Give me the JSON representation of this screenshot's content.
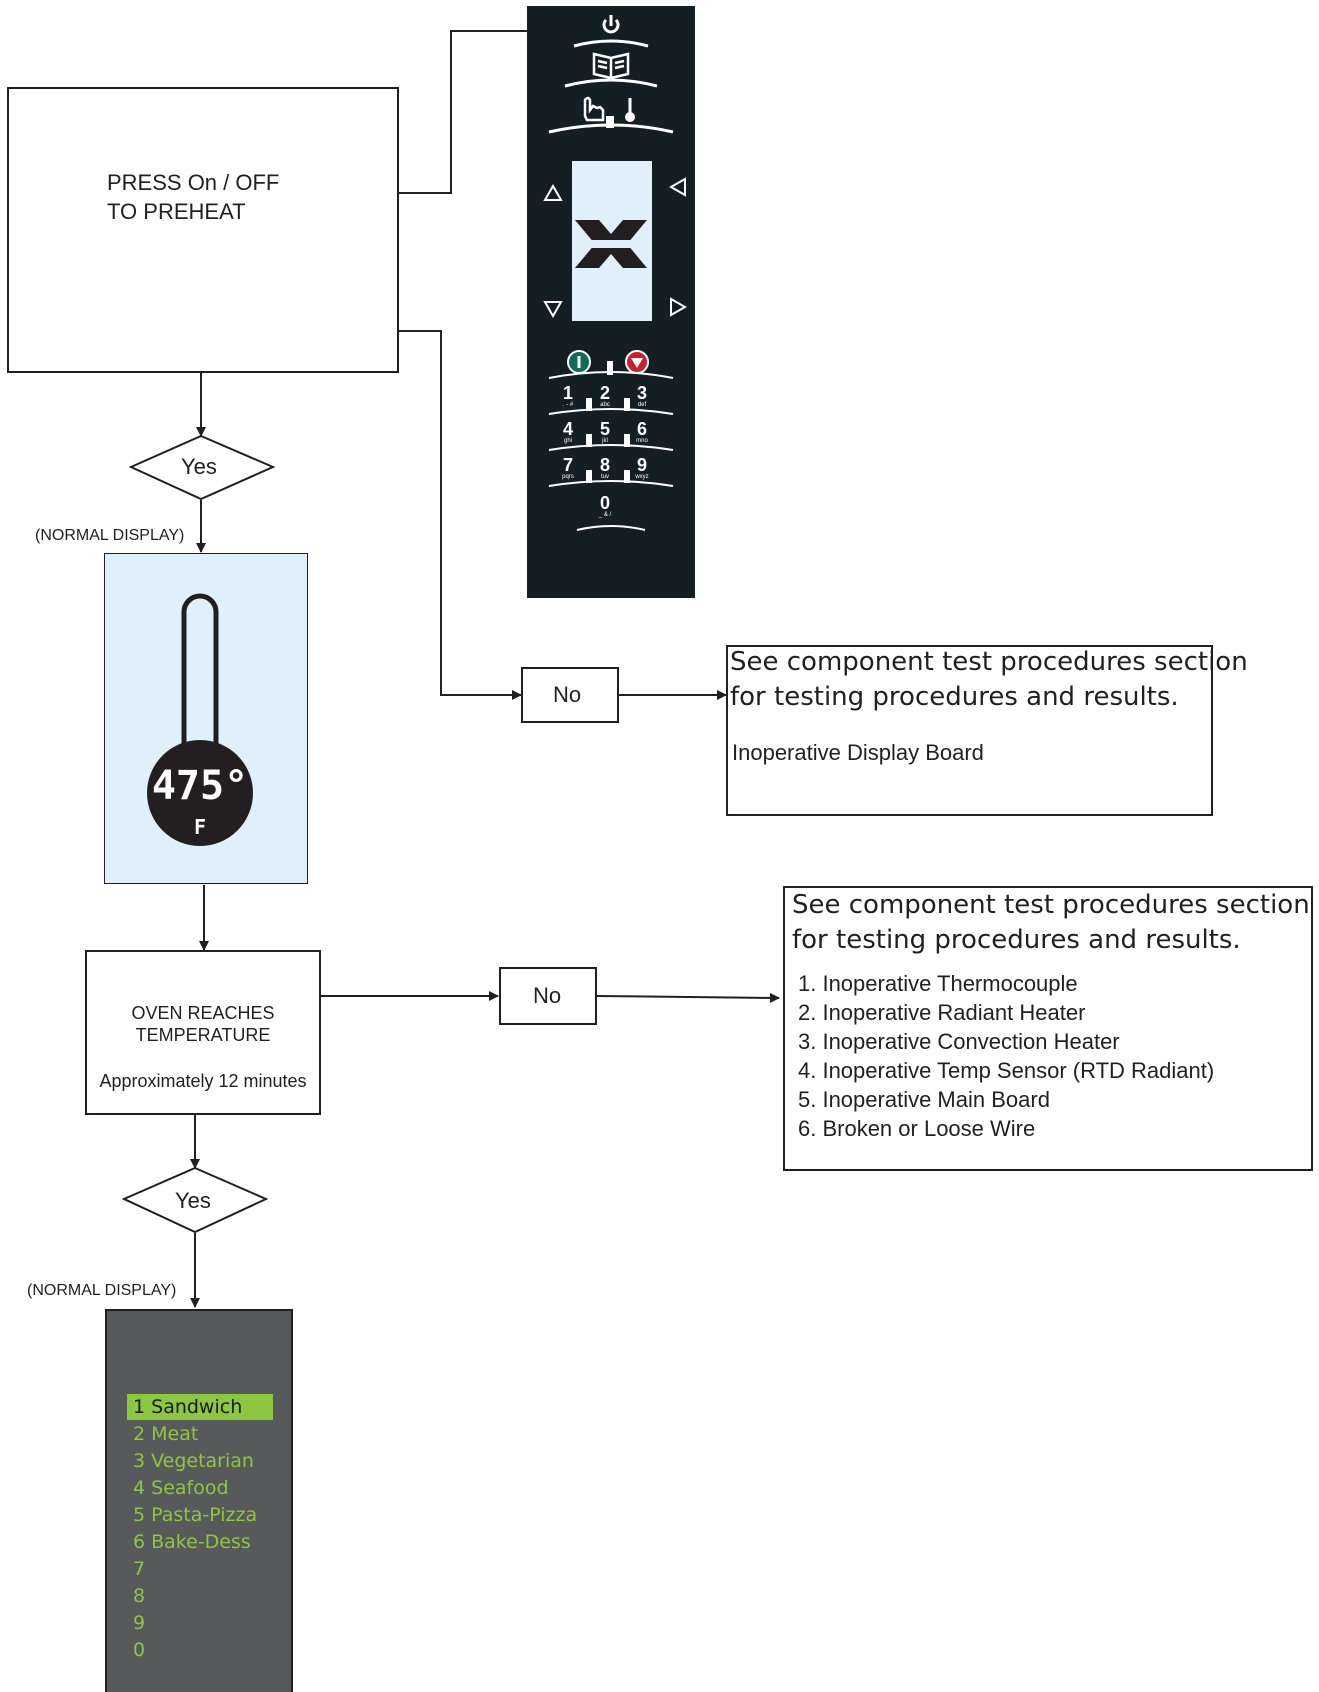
{
  "start": {
    "line1": "PRESS On / OFF",
    "line2": "TO PREHEAT"
  },
  "decision1": {
    "label": "Yes"
  },
  "normal_display_1": "(NORMAL DISPLAY)",
  "thermo_display": {
    "temp": "475°",
    "unit": "F"
  },
  "no1": {
    "label": "No"
  },
  "result1": {
    "heading_line1": "See component test procedures section",
    "heading_line2": "for testing procedures and results.",
    "item": "Inoperative Display Board"
  },
  "oven_step": {
    "line1": "OVEN REACHES",
    "line2": "TEMPERATURE",
    "line3": "Approximately 12 minutes"
  },
  "no2": {
    "label": "No"
  },
  "result2": {
    "heading_line1": "See component test procedures section",
    "heading_line2": "for testing procedures and results.",
    "items": [
      "1.  Inoperative Thermocouple",
      "2.  Inoperative Radiant Heater",
      "3.  Inoperative Convection Heater",
      "4.  Inoperative Temp Sensor (RTD Radiant)",
      "5.  Inoperative Main Board",
      "6.  Broken or Loose Wire"
    ]
  },
  "decision2": {
    "label": "Yes"
  },
  "normal_display_2": "(NORMAL DISPLAY)",
  "menu_display": {
    "items": [
      "1 Sandwich",
      "2 Meat",
      "3 Vegetarian",
      "4 Seafood",
      "5 Pasta-Pizza",
      "6 Bake-Dess",
      "7",
      "8",
      "9",
      "0"
    ],
    "selected_index": 0
  },
  "keypad": {
    "keys": [
      {
        "digit": "1",
        "sub": ". - #"
      },
      {
        "digit": "2",
        "sub": "abc"
      },
      {
        "digit": "3",
        "sub": "def"
      },
      {
        "digit": "4",
        "sub": "ghi"
      },
      {
        "digit": "5",
        "sub": "jkl"
      },
      {
        "digit": "6",
        "sub": "mno"
      },
      {
        "digit": "7",
        "sub": "pqrs"
      },
      {
        "digit": "8",
        "sub": "tuv"
      },
      {
        "digit": "9",
        "sub": "wxyz"
      },
      {
        "digit": "0",
        "sub": "_ & /"
      }
    ]
  },
  "colors": {
    "panel": "#141f24",
    "screen_blue": "#dff0fa",
    "menu_bg": "#58595b",
    "menu_text": "#8dc63f",
    "start_green": "#0d6b5e",
    "stop_red": "#c8202f"
  }
}
